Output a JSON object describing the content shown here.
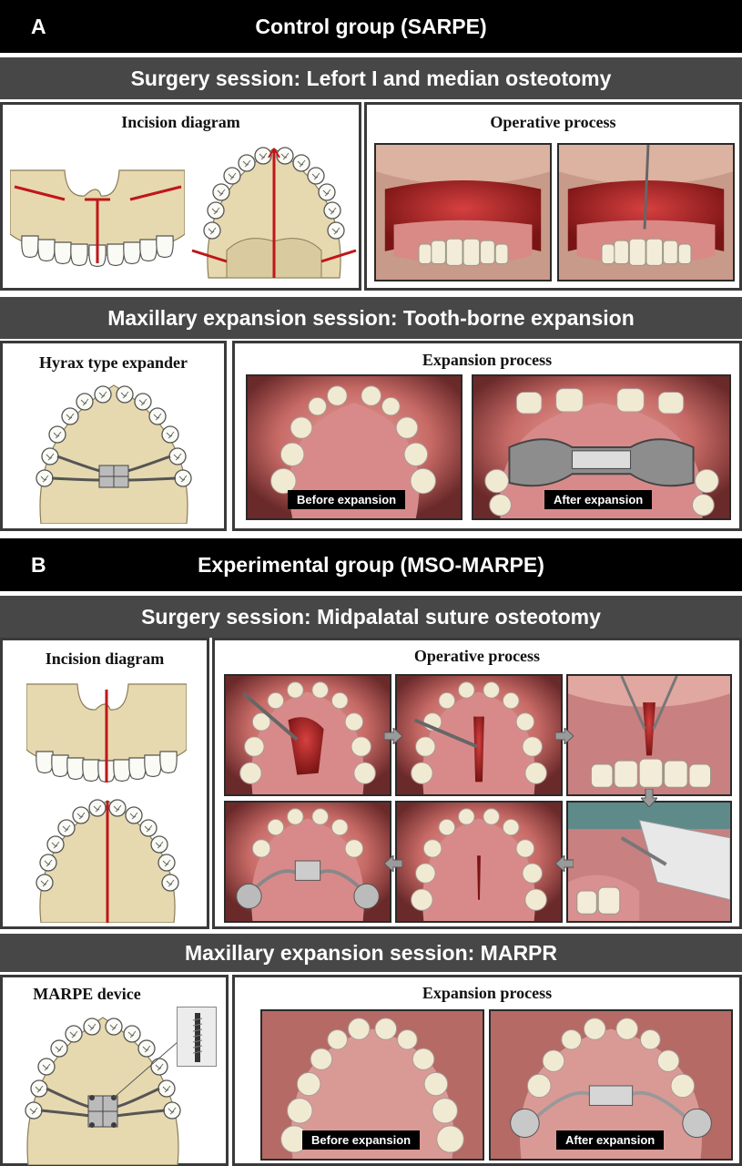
{
  "sectionA": {
    "letter": "A",
    "title": "Control group (SARPE)",
    "surgery": {
      "title": "Surgery session: Lefort I and median osteotomy",
      "incision_title": "Incision diagram",
      "operative_title": "Operative process"
    },
    "expansion": {
      "title": "Maxillary expansion session: Tooth-borne expansion",
      "device_title": "Hyrax type expander",
      "process_title": "Expansion process",
      "before_label": "Before expansion",
      "after_label": "After expansion"
    }
  },
  "sectionB": {
    "letter": "B",
    "title": "Experimental group (MSO-MARPE)",
    "surgery": {
      "title": "Surgery session: Midpalatal suture osteotomy",
      "incision_title": "Incision diagram",
      "operative_title": "Operative process"
    },
    "expansion": {
      "title": "Maxillary expansion session: MARPR",
      "device_title": "MARPE device",
      "process_title": "Expansion process",
      "before_label": "Before expansion",
      "after_label": "After expansion"
    }
  },
  "colors": {
    "band_black": "#000000",
    "band_grey": "#474747",
    "bone": "#e6d9b0",
    "incision_red": "#c0161a",
    "gum": "#b8454a",
    "mucosa": "#d88a8a"
  }
}
